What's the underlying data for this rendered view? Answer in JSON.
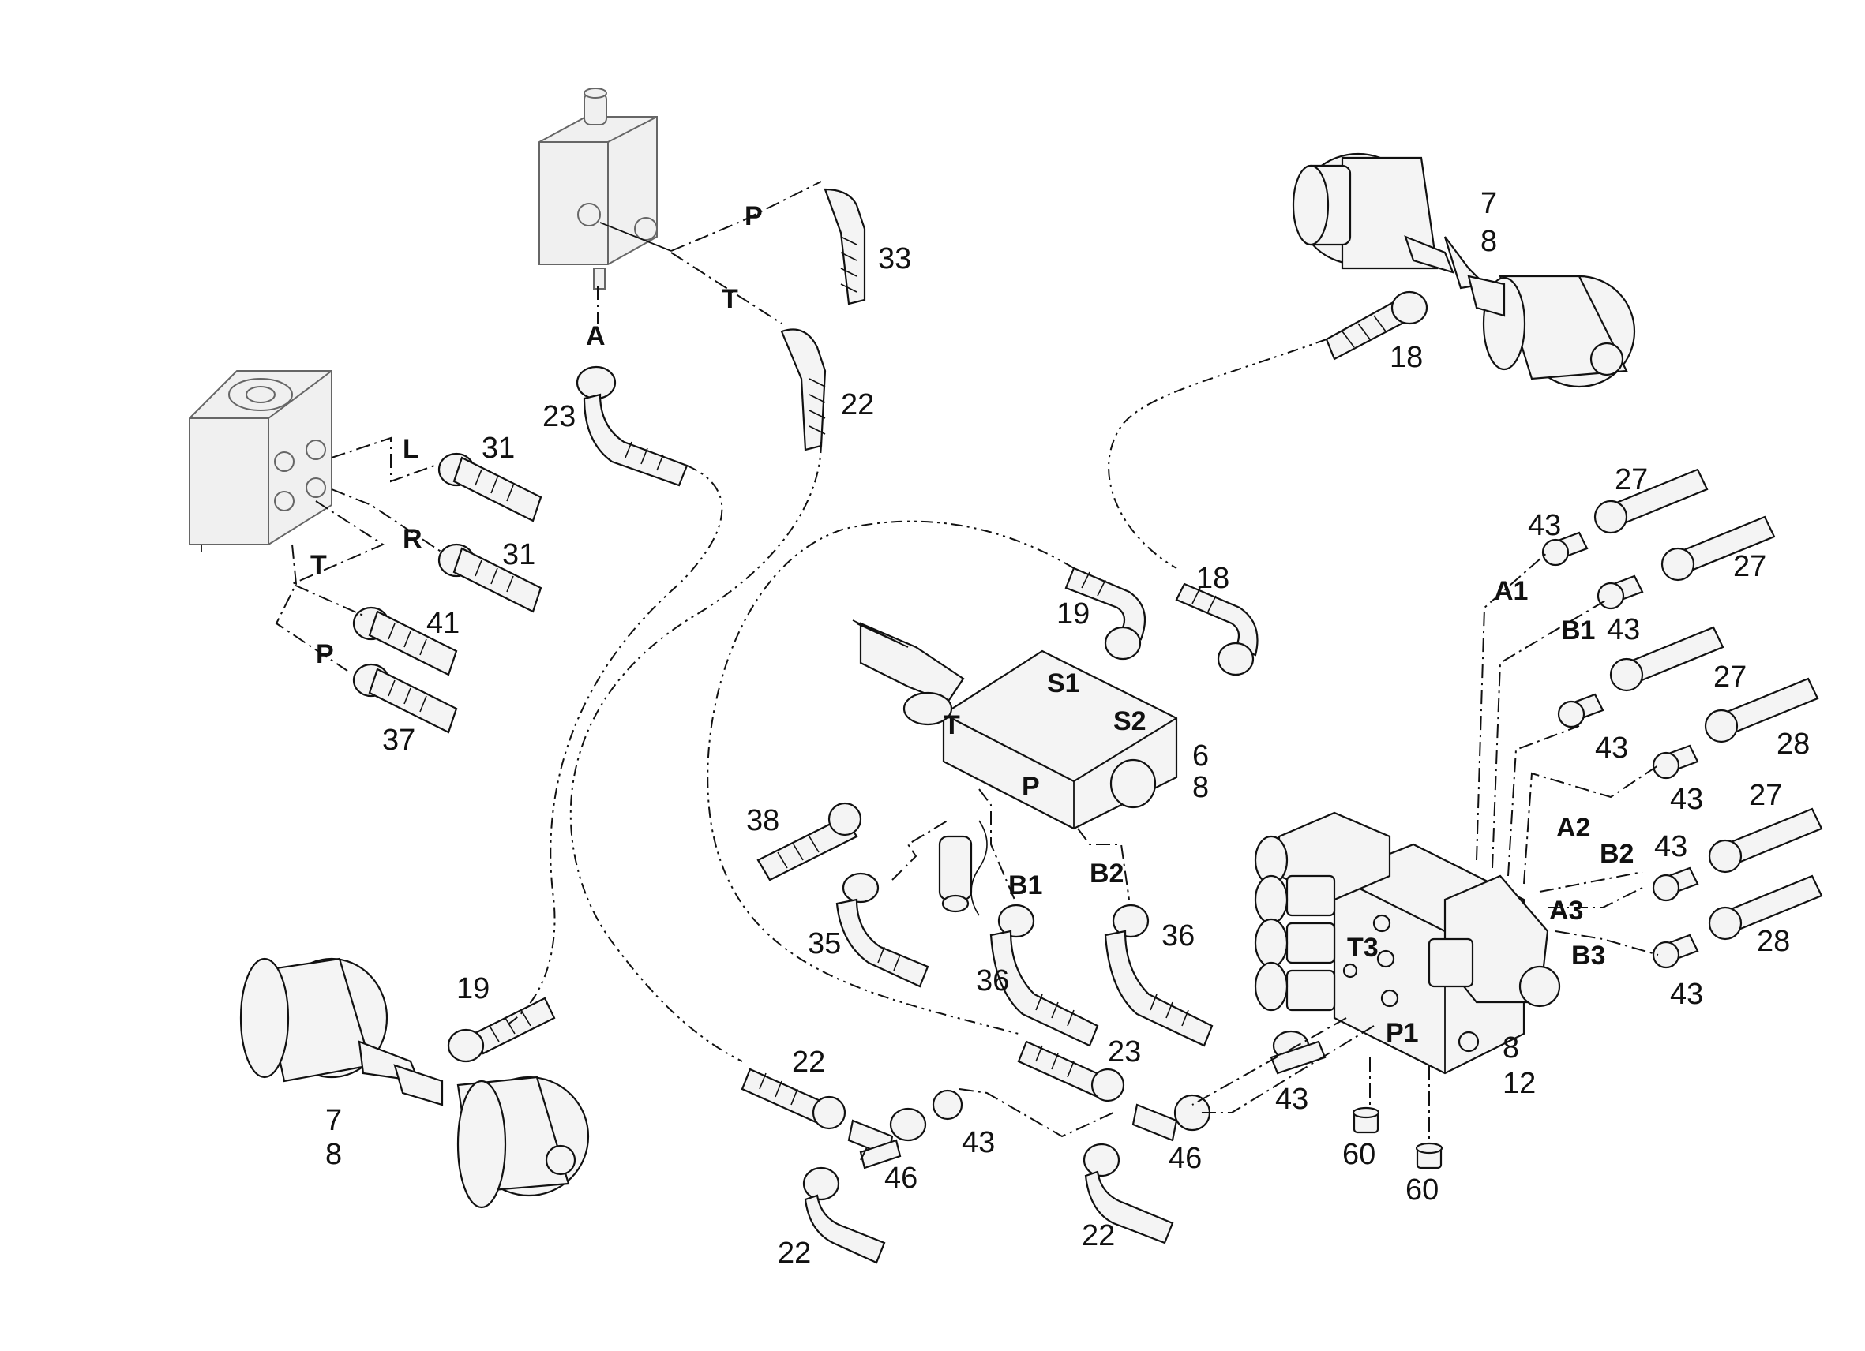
{
  "callouts": {
    "c7a": "7",
    "c8a": "8",
    "c18a": "18",
    "c33": "33",
    "c22a": "22",
    "c23a": "23",
    "c31a": "31",
    "c31b": "31",
    "c41": "41",
    "c37": "37",
    "c19a": "19",
    "c18b": "18",
    "c6": "6",
    "c8b": "8",
    "c38": "38",
    "c35": "35",
    "c36a": "36",
    "c36b": "36",
    "c27a": "27",
    "c43a": "43",
    "c27b": "27",
    "c43b": "43",
    "c27c": "27",
    "c43c": "43",
    "c28a": "28",
    "c43d": "43",
    "c27d": "27",
    "c43e": "43",
    "c28b": "28",
    "c43f": "43",
    "c19b": "19",
    "c7b": "7",
    "c8c": "8",
    "c22b": "22",
    "c43g": "43",
    "c46a": "46",
    "c22c": "22",
    "c23b": "23",
    "c46b": "46",
    "c22d": "22",
    "c43h": "43",
    "c8d": "8",
    "c12": "12",
    "c60a": "60",
    "c60b": "60"
  },
  "ports": {
    "p_P_top": "P",
    "p_T_top": "T",
    "p_A": "A",
    "p_L": "L",
    "p_R": "R",
    "p_T_left": "T",
    "p_P_left": "P",
    "p_S1": "S1",
    "p_S2": "S2",
    "p_T_mid": "T",
    "p_P_mid": "P",
    "p_B1_mid": "B1",
    "p_B2_mid": "B2",
    "p_A1": "A1",
    "p_B1_r": "B1",
    "p_A2": "A2",
    "p_B2_r": "B2",
    "p_A3": "A3",
    "p_B3": "B3",
    "p_T3": "T3",
    "p_P1": "P1"
  }
}
